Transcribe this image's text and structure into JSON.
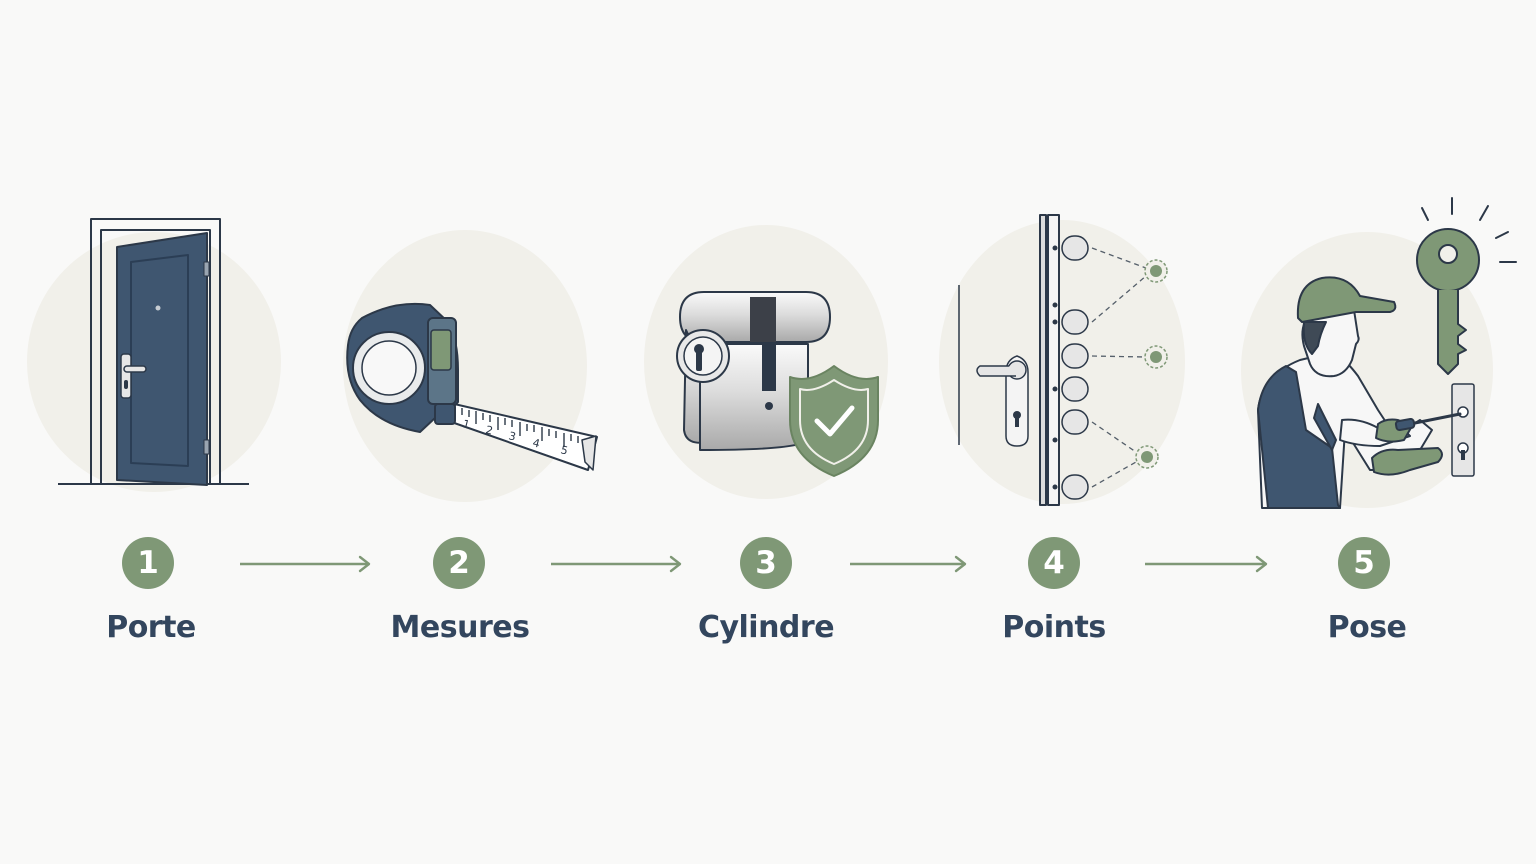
{
  "colors": {
    "background": "#f9f9f8",
    "blob": "#f1f0ea",
    "navy": "#3f5670",
    "outline": "#2c3848",
    "green": "#7f9876",
    "label": "#33465e",
    "metal": "#d9dadb"
  },
  "steps": [
    {
      "number": "1",
      "label": "Porte",
      "icon": "door-icon"
    },
    {
      "number": "2",
      "label": "Mesures",
      "icon": "tape-measure-icon"
    },
    {
      "number": "3",
      "label": "Cylindre",
      "icon": "lock-cylinder-shield-icon"
    },
    {
      "number": "4",
      "label": "Points",
      "icon": "multipoint-lock-icon"
    },
    {
      "number": "5",
      "label": "Pose",
      "icon": "locksmith-installing-icon"
    }
  ],
  "tape_ticks": [
    "1",
    "2",
    "3",
    "4",
    "5"
  ]
}
